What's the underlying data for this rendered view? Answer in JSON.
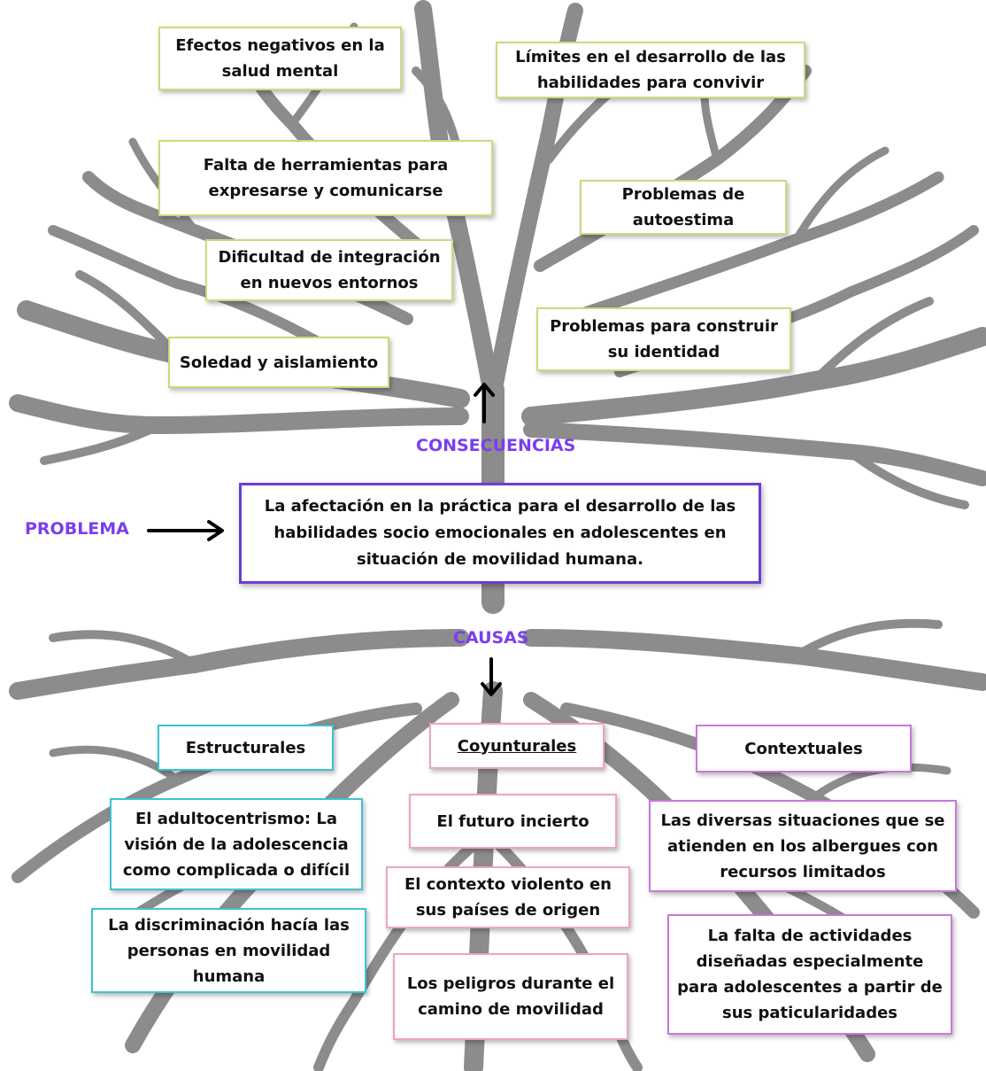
{
  "labels": {
    "consecuencias": "CONSECUENCIAS",
    "problema": "PROBLEMA",
    "causas": "CAUSAS"
  },
  "problem": "La afectación en la práctica para el desarrollo de las habilidades socio emocionales en adolescentes en situación de movilidad humana.",
  "consequences": [
    "Efectos negativos en la salud mental",
    "Límites en el desarrollo de las habilidades para convivir",
    "Falta de herramientas para expresarse y comunicarse",
    "Problemas de autoestima",
    "Dificultad de integración en nuevos entornos",
    "Problemas para construir su identidad",
    "Soledad y aislamiento"
  ],
  "causes": {
    "structural": {
      "title": "Estructurales",
      "items": [
        "El adultocentrismo: La visión de la adolescencia como complicada o difícil",
        "La discriminación hacía las personas en movilidad humana"
      ]
    },
    "conjunctural": {
      "title": "Coyunturales",
      "items": [
        "El  futuro incierto",
        "El contexto violento en sus países de origen",
        "Los peligros durante el camino de movilidad"
      ]
    },
    "contextual": {
      "title": "Contextuales",
      "items": [
        "Las diversas situaciones que se atienden en los albergues con recursos limitados",
        "La falta de actividades diseñadas especialmente para adolescentes a partir de sus paticularidades"
      ]
    }
  },
  "colors": {
    "tree": "#8c8c8c",
    "accent": "#7a3ef0",
    "problem_border": "#6b3fd6",
    "consequence_border": "#c8dc7a",
    "structural_border": "#3cc3d0",
    "conjunctural_border": "#f0a3bb",
    "contextual_border": "#c779dc"
  }
}
